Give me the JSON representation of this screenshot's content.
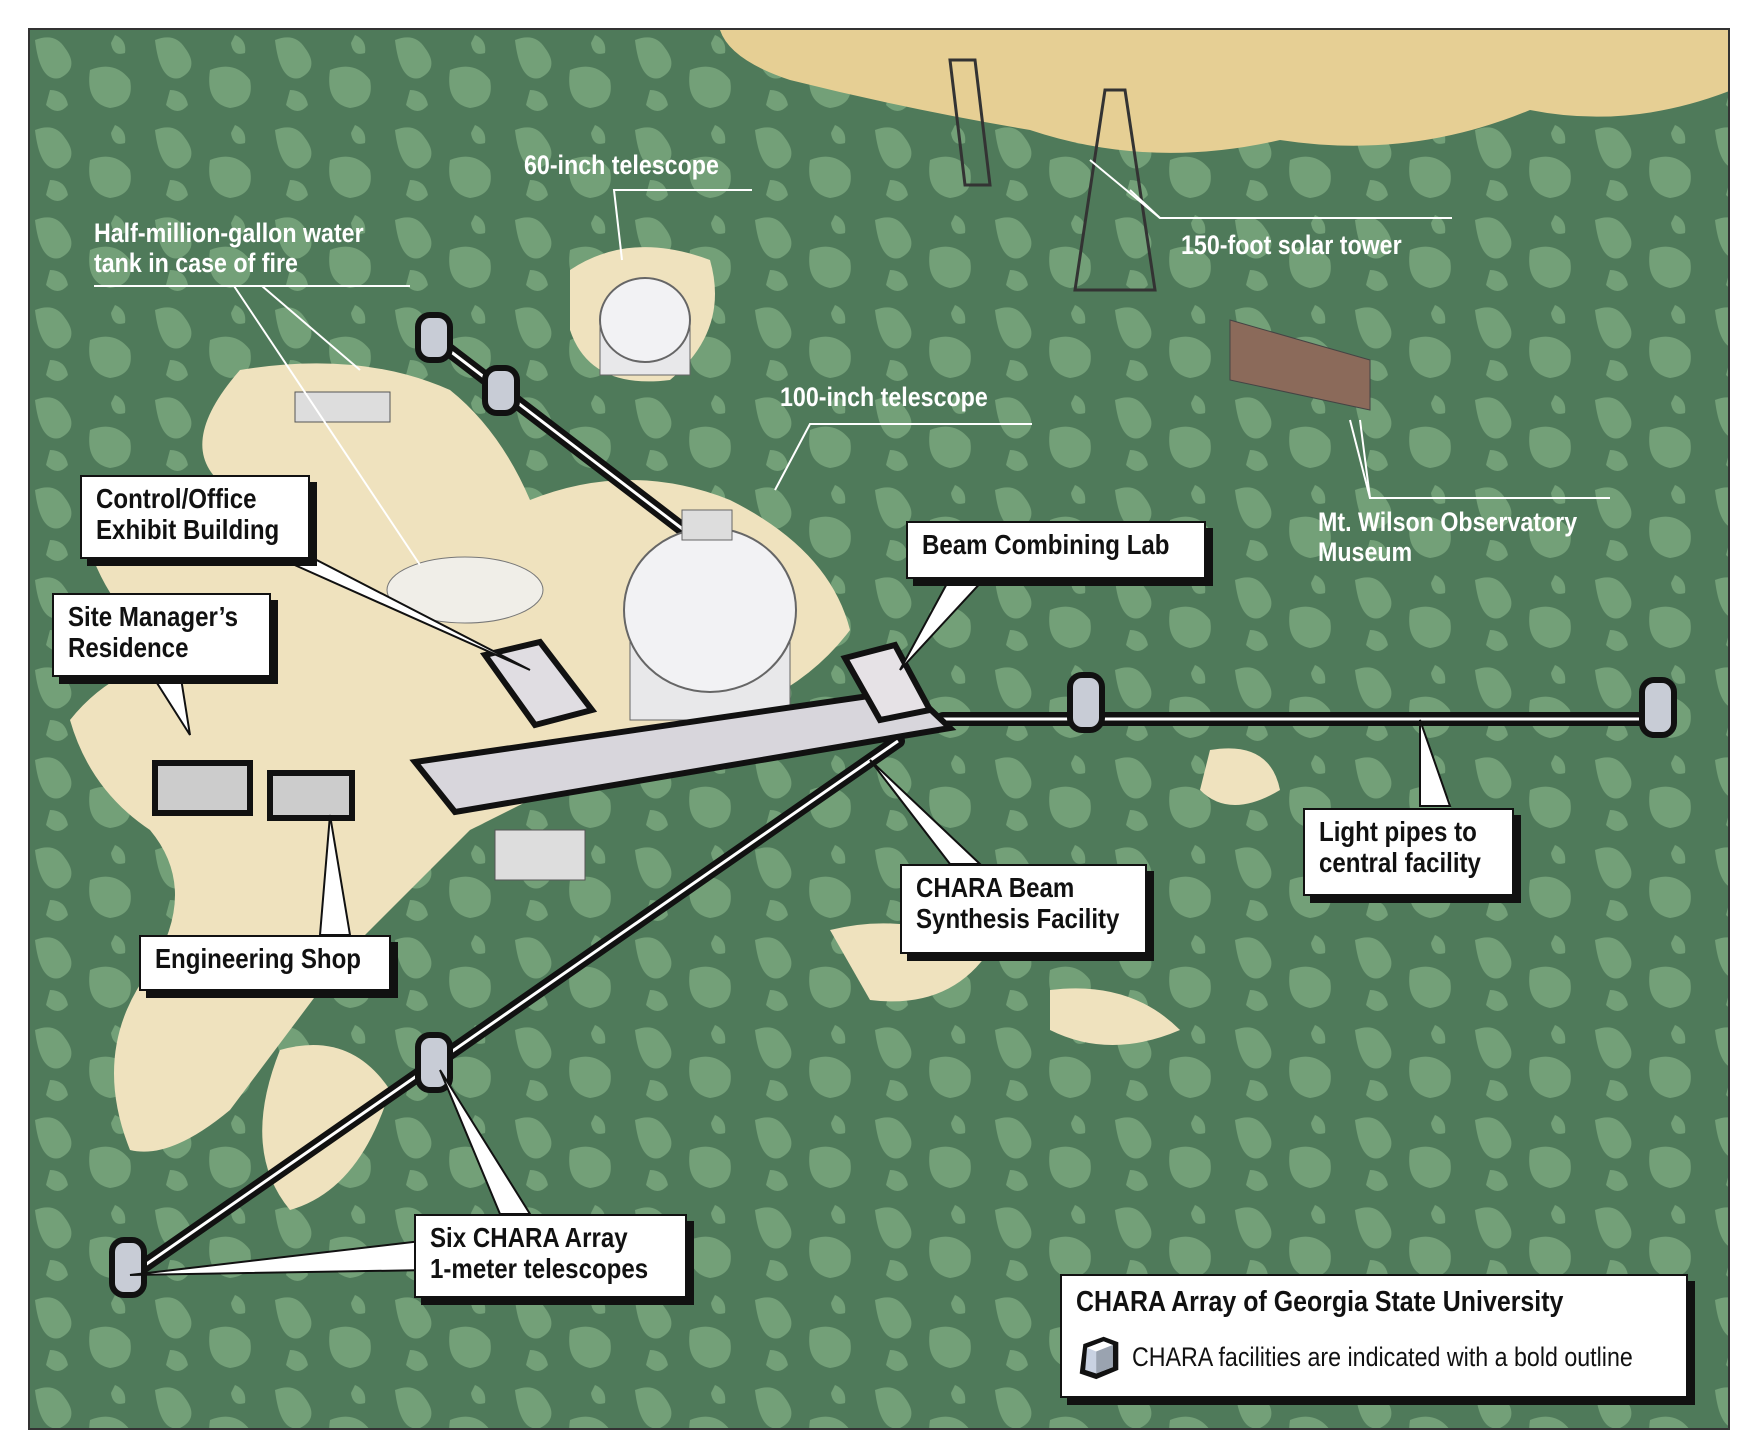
{
  "labels": {
    "telescope_60": "60-inch telescope",
    "water_tank": [
      "Half-million-gallon water",
      "tank in case of fire"
    ],
    "solar_tower": "150-foot solar tower",
    "telescope_100": "100-inch telescope",
    "museum": [
      "Mt. Wilson Observatory",
      "Museum"
    ]
  },
  "callouts": {
    "control_office": [
      "Control/Office",
      "Exhibit Building"
    ],
    "site_manager": [
      "Site Manager’s",
      "Residence"
    ],
    "beam_combining": [
      "Beam Combining Lab"
    ],
    "light_pipes": [
      "Light pipes to",
      "central facility"
    ],
    "beam_synthesis": [
      "CHARA Beam",
      "Synthesis Facility"
    ],
    "engineering": [
      "Engineering Shop"
    ],
    "telescopes": [
      "Six CHARA Array",
      "1-meter telescopes"
    ]
  },
  "legend": {
    "title": "CHARA Array of Georgia State University",
    "note": "CHARA facilities are indicated with a bold outline",
    "icon": "bold-outline-cube-icon"
  },
  "colors": {
    "forest_dark": "#4f7a5a",
    "forest_light": "#6f9a74",
    "clearing": "#efe2be",
    "beige": "#e6cf94"
  }
}
